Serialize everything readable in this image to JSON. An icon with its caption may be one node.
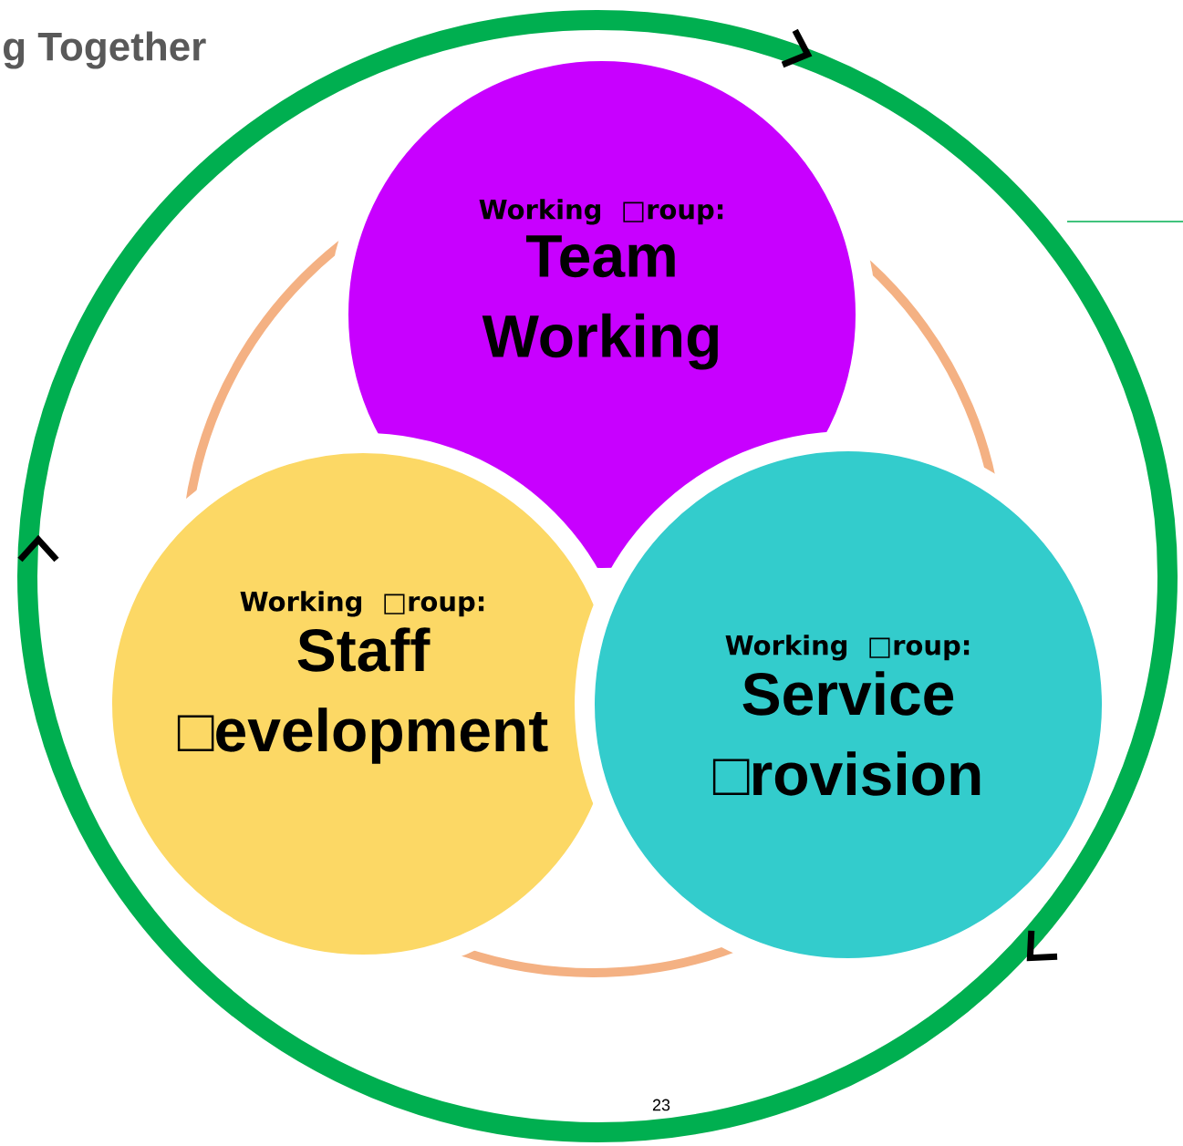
{
  "diagram": {
    "title": "g Together",
    "nodes": [
      {
        "text": [
          "Working □roup:",
          "Team Working"
        ]
      },
      {
        "text": [
          "Working □roup:",
          "Staff □evelopment"
        ]
      },
      {
        "text": [
          "Working □roup:",
          "Service □rovision"
        ]
      }
    ],
    "labels": [
      "23"
    ]
  }
}
